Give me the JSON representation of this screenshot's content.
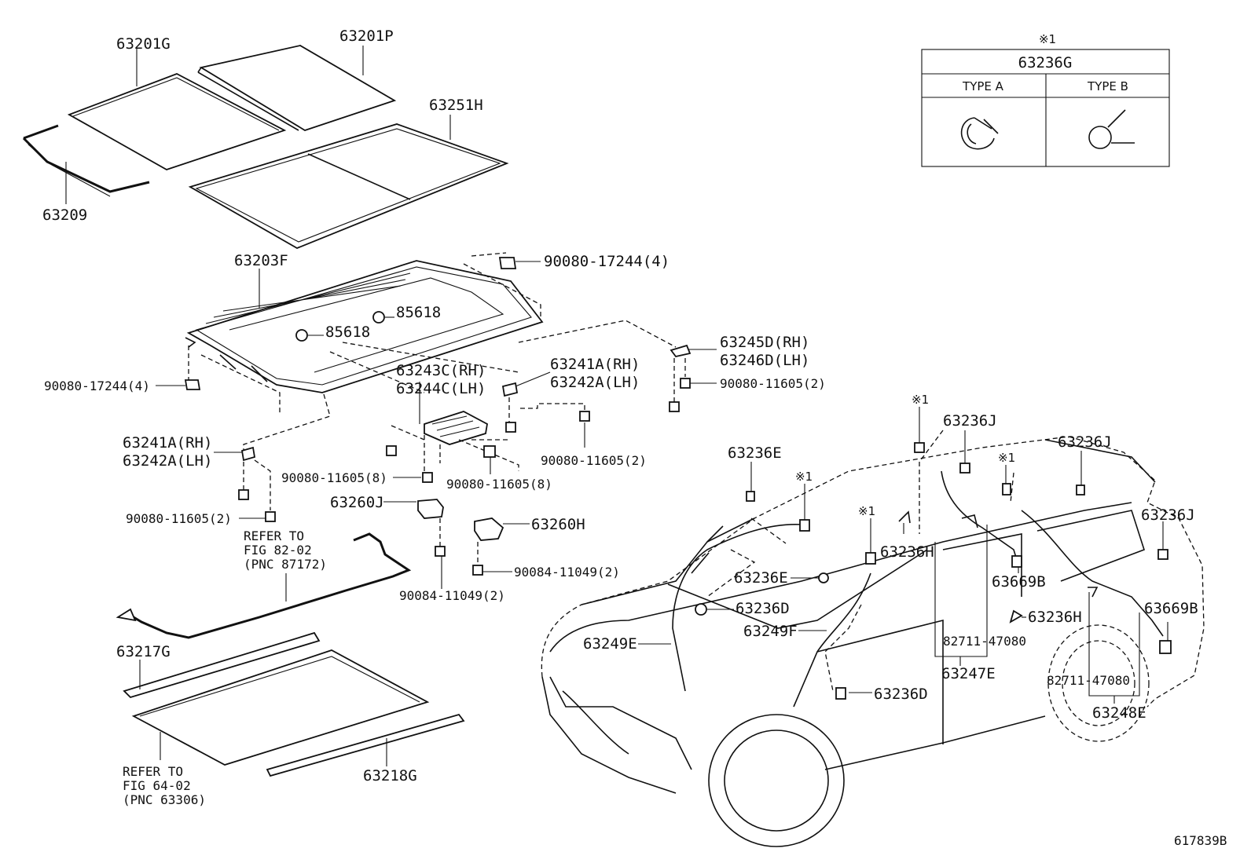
{
  "legend": {
    "note_mark": "※1",
    "part": "63236G",
    "type_a": "TYPE A",
    "type_b": "TYPE B"
  },
  "labels": {
    "p63201G": "63201G",
    "p63201P": "63201P",
    "p63251H": "63251H",
    "p63209": "63209",
    "p63203F": "63203F",
    "b17244_top": "90080-17244(4)",
    "p85618_a": "85618",
    "p85618_b": "85618",
    "p63245D": "63245D(RH)",
    "p63246D": "63246D(LH)",
    "b17244_left": "90080-17244(4)",
    "p63243C": "63243C(RH)",
    "p63244C": "63244C(LH)",
    "p63241A_r": "63241A(RH)",
    "p63242A_r": "63242A(LH)",
    "b11605_right": "90080-11605(2)",
    "p63241A_l": "63241A(RH)",
    "p63242A_l": "63242A(LH)",
    "b11605_mid8": "90080-11605(8)",
    "b11605_mid8b": "90080-11605(8)",
    "b11605_mid2": "90080-11605(2)",
    "b11605_left2": "90080-11605(2)",
    "p63260J": "63260J",
    "p63260H": "63260H",
    "b11049_a": "90084-11049(2)",
    "b11049_b": "90084-11049(2)",
    "refer1_l1": "REFER TO",
    "refer1_l2": "FIG 82-02",
    "refer1_l3": "(PNC 87172)",
    "p63217G": "63217G",
    "refer2_l1": "REFER TO",
    "refer2_l2": "FIG 64-02",
    "refer2_l3": "(PNC 63306)",
    "p63218G": "63218G",
    "p63236E_top": "63236E",
    "note_1": "※1",
    "note_2": "※1",
    "note_3": "※1",
    "note_4": "※1",
    "p63236J_a": "63236J",
    "p63236J_b": "63236J",
    "p63236J_c": "63236J",
    "p63236H_a": "63236H",
    "p63236E_mid": "63236E",
    "p63236D_a": "63236D",
    "p63249F": "63249F",
    "p63249E": "63249E",
    "p63669B_a": "63669B",
    "p63669B_b": "63669B",
    "p63236H_b": "63236H",
    "p82711_a": "82711-47080",
    "p63247E": "63247E",
    "p82711_b": "82711-47080",
    "p63248E": "63248E",
    "p63236D_b": "63236D",
    "fig_code": "617839B"
  }
}
